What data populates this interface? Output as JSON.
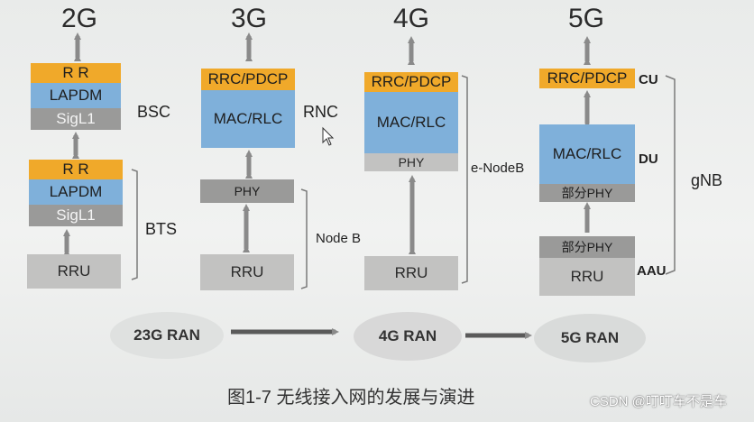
{
  "generations": {
    "g2": "2G",
    "g3": "3G",
    "g4": "4G",
    "g5": "5G"
  },
  "col2g": {
    "top": {
      "rr": "R R",
      "lapdm": "LAPDM",
      "sigl1": "SigL1"
    },
    "bottom": {
      "rr": "R R",
      "lapdm": "LAPDM",
      "sigl1": "SigL1"
    },
    "rru": "RRU",
    "bsc": "BSC",
    "bts": "BTS"
  },
  "col3g": {
    "rrc": "RRC/PDCP",
    "mac": "MAC/RLC",
    "phy": "PHY",
    "rru": "RRU",
    "rnc": "RNC",
    "nodeb": "Node B"
  },
  "col4g": {
    "rrc": "RRC/PDCP",
    "mac": "MAC/RLC",
    "phy": "PHY",
    "rru": "RRU",
    "enodeb": "e-NodeB"
  },
  "col5g": {
    "rrc": "RRC/PDCP",
    "mac": "MAC/RLC",
    "phy_du": "部分PHY",
    "phy_aau": "部分PHY",
    "rru": "RRU",
    "cu": "CU",
    "du": "DU",
    "aau": "AAU",
    "gnb": "gNB"
  },
  "ran": {
    "r23": "23G RAN",
    "r4": "4G RAN",
    "r5": "5G RAN"
  },
  "caption": "图1-7  无线接入网的发展与演进",
  "watermark": "CSDN @叮叮车不是车",
  "colors": {
    "orange": "#f0a92a",
    "blue": "#7fb0da",
    "gray": "#9a9a99",
    "lightgray": "#c2c2c1",
    "arrow": "#8a8a8a"
  }
}
